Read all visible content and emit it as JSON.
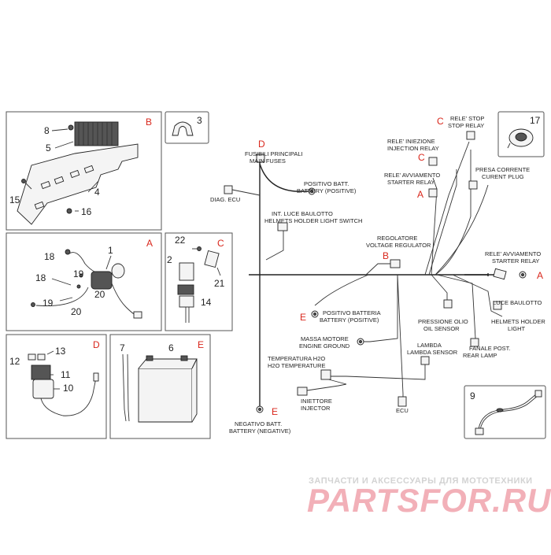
{
  "callouts": {
    "fusibili": [
      "FUSIBILI PRINCIPALI",
      "MAIN FUSES"
    ],
    "diag_ecu": "DIAG. ECU",
    "positivo_batt": [
      "POSITIVO BATT.",
      "BATTERY (POSITIVE)"
    ],
    "int_luce": [
      "INT. LUCE BAULOTTO",
      "HELMETS HOLDER LIGHT SWITCH"
    ],
    "regolatore": [
      "REGOLATORE",
      "VOLTAGE REGULATOR"
    ],
    "positivo_batteria": [
      "POSITIVO BATTERIA",
      "BATTERY (POSITIVE)"
    ],
    "massa_motore": [
      "MASSA MOTORE",
      "ENGINE GROUND"
    ],
    "temperatura": [
      "TEMPERATURA H2O",
      "H2O TEMPERATURE"
    ],
    "iniettore": [
      "INIETTORE",
      "INJECTOR"
    ],
    "negativo_batt": [
      "NEGATIVO BATT.",
      "BATTERY (NEGATIVE)"
    ],
    "ecu": "ECU",
    "pressione": [
      "PRESSIONE OLIO",
      "OIL SENSOR"
    ],
    "lambda": [
      "LAMBDA",
      "LAMBDA SENSOR"
    ],
    "fanale": [
      "FANALE POST.",
      "REAR LAMP"
    ],
    "luce_baulotto": [
      "LUCE BAULOTTO",
      "HELMETS HOLDER",
      "LIGHT"
    ],
    "rele_iniezione": [
      "RELE' INIEZIONE",
      "INJECTION RELAY"
    ],
    "rele_stop": [
      "RELE' STOP",
      "STOP RELAY"
    ],
    "rele_avv1": [
      "RELE' AVVIAMENTO",
      "STARTER RELAY"
    ],
    "presa": [
      "PRESA CORRENTE",
      "CURENT PLUG"
    ],
    "rele_avv2": [
      "RELE' AVVIAMENTO",
      "STARTER RELAY"
    ]
  },
  "group_letters": {
    "D_fuses": "D",
    "C_stop": "C",
    "C_inj": "C",
    "A_starter": "A",
    "B_reg": "B",
    "A_right": "A",
    "E_pos": "E",
    "E_neg": "E",
    "box_B": "B",
    "box_A": "A",
    "box_C": "C",
    "box_D": "D",
    "box_E": "E"
  },
  "part_numbers": {
    "p1": "1",
    "p2": "2",
    "p3": "3",
    "p4": "4",
    "p5": "5",
    "p6": "6",
    "p7": "7",
    "p8": "8",
    "p9": "9",
    "p10": "10",
    "p11": "11",
    "p12": "12",
    "p13": "13",
    "p14": "14",
    "p15": "15",
    "p16": "16",
    "p17": "17",
    "p18a": "18",
    "p18b": "18",
    "p19a": "19",
    "p19b": "19",
    "p20a": "20",
    "p20b": "20",
    "p21": "21",
    "p22": "22"
  },
  "watermark": {
    "tagline": "ЗАПЧАСТИ И АКСЕССУАРЫ ДЛЯ МОТОТЕХНИКИ",
    "brand": "PARTSFOR.RU"
  }
}
